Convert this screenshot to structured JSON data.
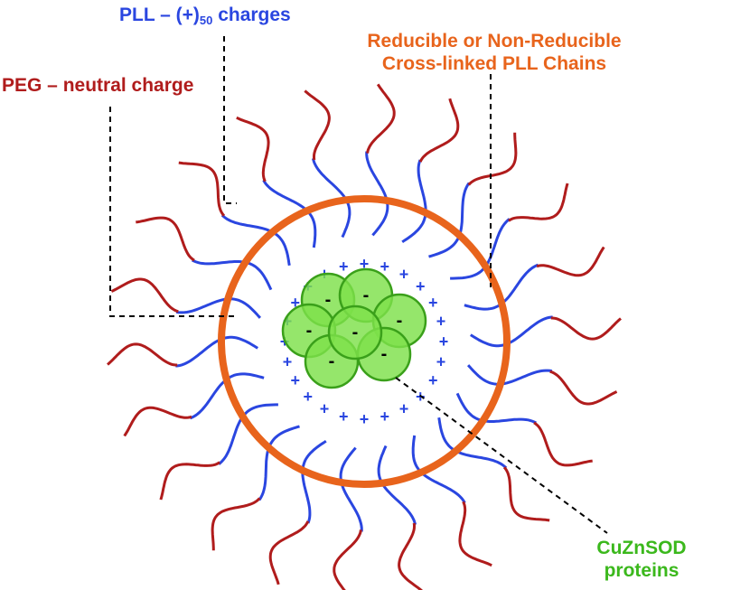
{
  "labels": {
    "pll_prefix": "PLL – (+)",
    "pll_sub": "50",
    "pll_suffix": " charges",
    "crosslink_line1": "Reducible or Non-Reducible",
    "crosslink_line2": "Cross-linked PLL Chains",
    "peg": "PEG – neutral charge",
    "protein_line1": "CuZnSOD",
    "protein_line2": "proteins"
  },
  "symbols": {
    "plus": "+",
    "minus": "-"
  },
  "colors": {
    "peg": "#b01c1c",
    "pll": "#2a46e0",
    "shell": "#e8641c",
    "protein_fill": "#7ee04a",
    "protein_stroke": "#3aa01a",
    "protein_label": "#3bb81c",
    "leader": "#000000"
  },
  "counts": {
    "chains": 22,
    "plus_charges": 24,
    "proteins": 7
  }
}
